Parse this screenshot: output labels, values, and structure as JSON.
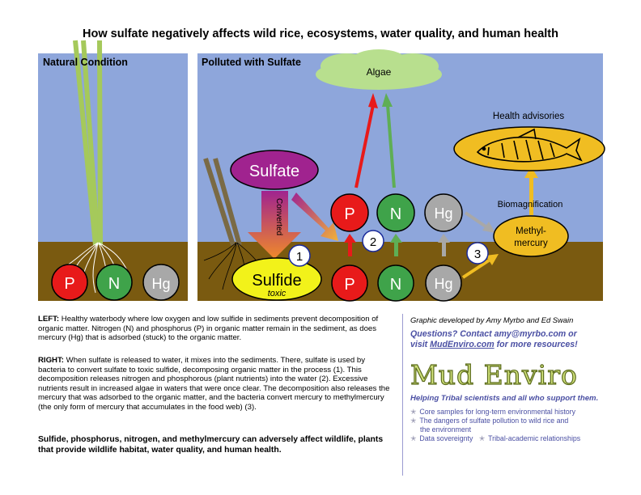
{
  "title": "How sulfate negatively affects wild rice, ecosystems, water quality, and human health",
  "panels": {
    "natural": "Natural Condition",
    "polluted": "Polluted with Sulfate"
  },
  "nutrients": {
    "p": "P",
    "n": "N",
    "hg": "Hg"
  },
  "labels": {
    "algae": "Algae",
    "health_advisories": "Health advisories",
    "sulfate": "Sulfate",
    "converted": "Converted",
    "sulfide": "Sulfide",
    "toxic": "toxic",
    "biomagnification": "Biomagnification",
    "methylmercury_1": "Methyl-",
    "methylmercury_2": "mercury"
  },
  "steps": [
    "1",
    "2",
    "3"
  ],
  "text": {
    "left_head": "LEFT:",
    "left_body": " Healthy waterbody where low oxygen and low sulfide in sediments prevent decomposition of organic matter. Nitrogen (N) and phosphorus (P) in organic matter remain in the sediment, as does mercury (Hg) that is adsorbed (stuck) to the organic matter.",
    "right_head": "RIGHT:",
    "right_body": " When sulfate is released to water, it mixes into the sediments. There, sulfate is used by bacteria to convert sulfate to toxic sulfide, decomposing organic matter in the process (1). This decomposition releases nitrogen and phosphorous (plant nutrients) into the water (2). Excessive nutrients result in increased algae in waters that were once clear. The decomposition also releases the mercury that was adsorbed to the organic matter, and the bacteria convert mercury to methylmercury (the only form of mercury that accumulates in the food web) (3).",
    "summary": "Sulfide, phosphorus, nitrogen, and methylmercury can adversely affect wildlife, plants that provide wildlife habitat, water quality, and human health."
  },
  "sidebar": {
    "credit": "Graphic developed by Amy Myrbo and Ed Swain",
    "contact_1": "Questions? Contact amy@myrbo.com or",
    "contact_2a": "visit ",
    "contact_link": "MudEnviro.com",
    "contact_2b": " for more resources!",
    "logo": "Mud Enviro",
    "tagline": "Helping Tribal scientists and all who support them.",
    "bullet_1": "Core samples for long-term environmental history",
    "bullet_2a": "The dangers of sulfate pollution to wild rice and",
    "bullet_2b": "the environment",
    "bullet_3": "Data sovereignty",
    "bullet_4": "Tribal-academic relationships"
  },
  "colors": {
    "water": "#8ea6db",
    "sediment": "#7a5a10",
    "p": "#e81a1a",
    "n": "#3fa34a",
    "hg": "#a8a8a8",
    "sulfate": "#a0238f",
    "sulfide": "#f2f21a",
    "methylmercury": "#f0bd22",
    "accent": "#4a4fa3"
  }
}
